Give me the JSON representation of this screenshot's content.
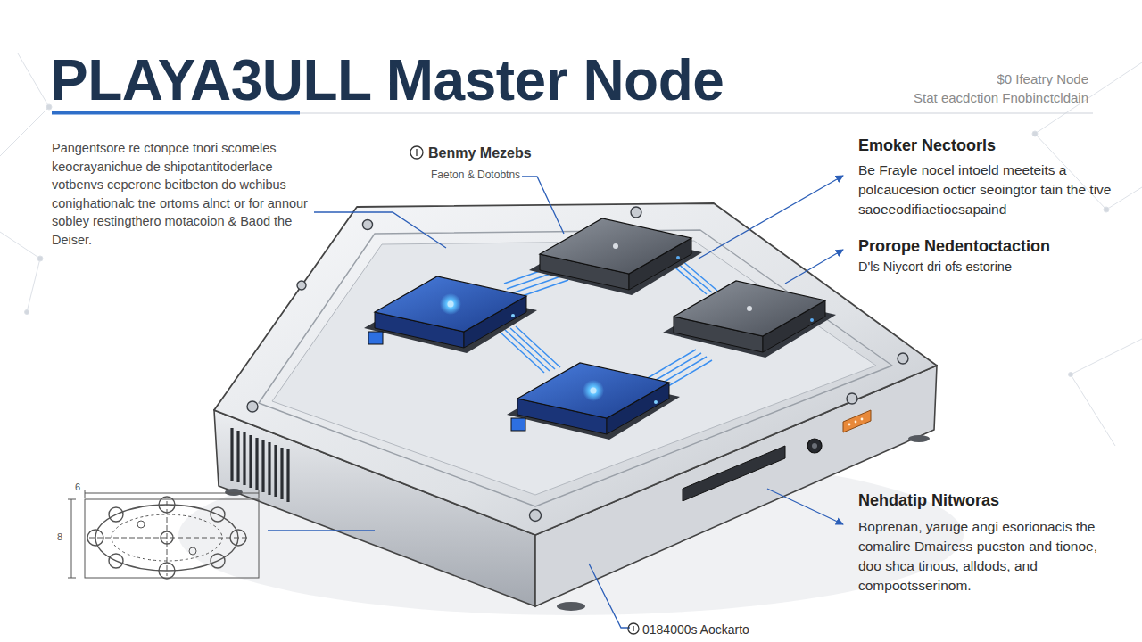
{
  "diagram": {
    "title": "PLAYA3ULL Master Node",
    "labels": [
      "$0 Ifeatry Node",
      "Stat eacdction Fnobinctcldain",
      "Pangentsore re ctonpce tnori scomeles keocrayanichue de shipotantitoderlace votbenvs ceperone beitbeton do wchibus conighationalc tne ortoms alnct or for annour sobley restingthero motacoion & Baod the Deiser.",
      "Benmy Mezebs",
      "Faeton & Dotobtns",
      "Emoker Nectoorls",
      "Be Frayle nocel intoeld meeteits a polcaucesion octicr seoingtor tain the tive saoeeodifiaetiocsapaind",
      "Prorope Nedentoctaction",
      "D'ls Niycort dri ofs estorine",
      "Nehdatip Nitworas",
      "Boprenan, yaruge angi esorionacis the comalire Dmairess pucston and tionoe, doo shca tinous, alldods, and compootsserinom.",
      "0184000s Aockarto",
      "6",
      "8"
    ]
  }
}
